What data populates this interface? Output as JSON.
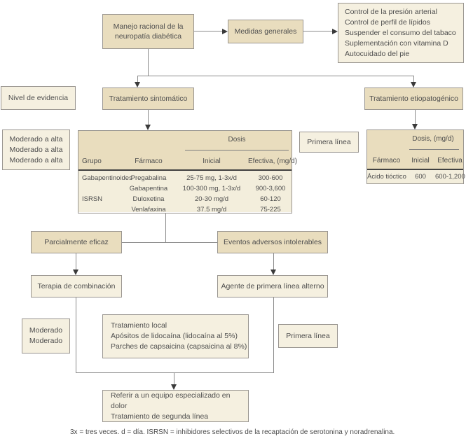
{
  "colors": {
    "tan": "#e9ddbe",
    "cream": "#f5f0e0",
    "body": "#f3eedc",
    "border": "#999590",
    "line": "#8a8a8a",
    "arrow": "#3a3a3a",
    "ink": "#4e4e4e",
    "sep": "#414141"
  },
  "nodes": {
    "manejo": {
      "lines": [
        "Manejo racional de la",
        "neuropatía diabética"
      ]
    },
    "medidas": {
      "label": "Medidas generales"
    },
    "medidas_generales_lista": {
      "lines": [
        "Control de la presión arterial",
        "Control de perfil de lípidos",
        "Suspender el consumo del tabaco",
        "Suplementación con vitamina D",
        "Autocuidado del pie"
      ]
    },
    "nivel": {
      "label": "Nivel de evidencia"
    },
    "sintomatico": {
      "label": "Tratamiento sintomático"
    },
    "etiopatogenico": {
      "label": "Tratamiento etiopatogénico"
    },
    "evidencia_farmacos": {
      "lines": [
        "Moderado a alta",
        "Moderado a alta",
        "Moderado a alta"
      ]
    },
    "primera_linea_1": {
      "label": "Primera línea"
    },
    "parcialmente": {
      "label": "Parcialmente eficaz"
    },
    "eventos": {
      "label": "Eventos adversos intolerables"
    },
    "terapia": {
      "label": "Terapia de combinación"
    },
    "agente": {
      "label": "Agente de primera línea alterno"
    },
    "evidencia_local": {
      "lines": [
        "Moderado",
        "Moderado"
      ]
    },
    "tratamiento_local": {
      "lines": [
        "Tratamiento local",
        "Apósitos de lidocaína (lidocaína al 5%)",
        "Parches de capsaicina (capsaicina al 8%)"
      ]
    },
    "primera_linea_2": {
      "label": "Primera línea"
    },
    "referir": {
      "lines": [
        "Referir a un equipo especializado en dolor",
        "Tratamiento de segunda línea"
      ]
    }
  },
  "tables": {
    "sintomatico": {
      "dosis_header": "Dosis",
      "columns": [
        "Grupo",
        "Fármaco",
        "Inicial",
        "Efectiva, (mg/d)"
      ],
      "rows": [
        [
          "Gabapentinoides",
          "Pregabalina",
          "25-75 mg, 1-3x/d",
          "300-600"
        ],
        [
          "",
          "Gabapentina",
          "100-300 mg, 1-3x/d",
          "900-3,600"
        ],
        [
          "ISRSN",
          "Duloxetina",
          "20-30 mg/d",
          "60-120"
        ],
        [
          "",
          "Venlafaxina",
          "37.5 mg/d",
          "75-225"
        ]
      ]
    },
    "etiopatogenico": {
      "dosis_header": "Dosis, (mg/d)",
      "columns": [
        "Fármaco",
        "Inicial",
        "Efectiva"
      ],
      "rows": [
        [
          "Ácido tióctico",
          "600",
          "600-1,200"
        ]
      ]
    }
  },
  "footnote": "3x = tres veces. d = día. ISRSN = inhibidores selectivos de la recaptación de serotonina y noradrenalina."
}
